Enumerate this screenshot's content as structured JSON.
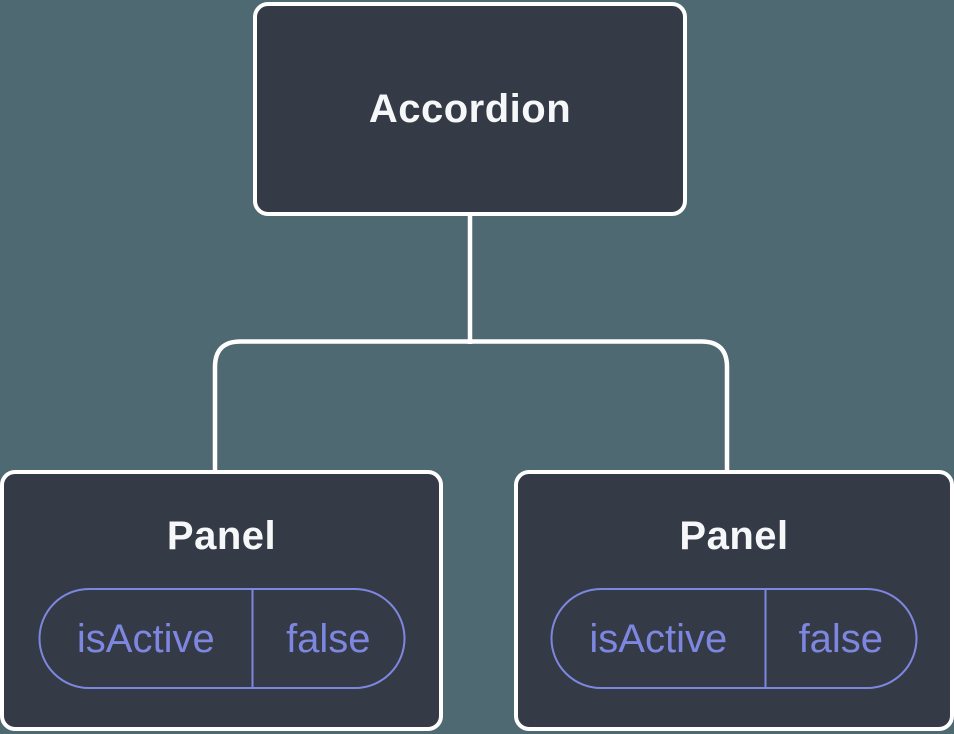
{
  "diagram": {
    "root": {
      "label": "Accordion"
    },
    "children": [
      {
        "label": "Panel",
        "state": {
          "name": "isActive",
          "value": "false"
        }
      },
      {
        "label": "Panel",
        "state": {
          "name": "isActive",
          "value": "false"
        }
      }
    ],
    "colors": {
      "background": "#4e6971",
      "node_fill": "#343a46",
      "node_border": "#ffffff",
      "connector": "#ffffff",
      "label_text": "#f6f7f9",
      "state_accent": "#7e87e0"
    }
  }
}
